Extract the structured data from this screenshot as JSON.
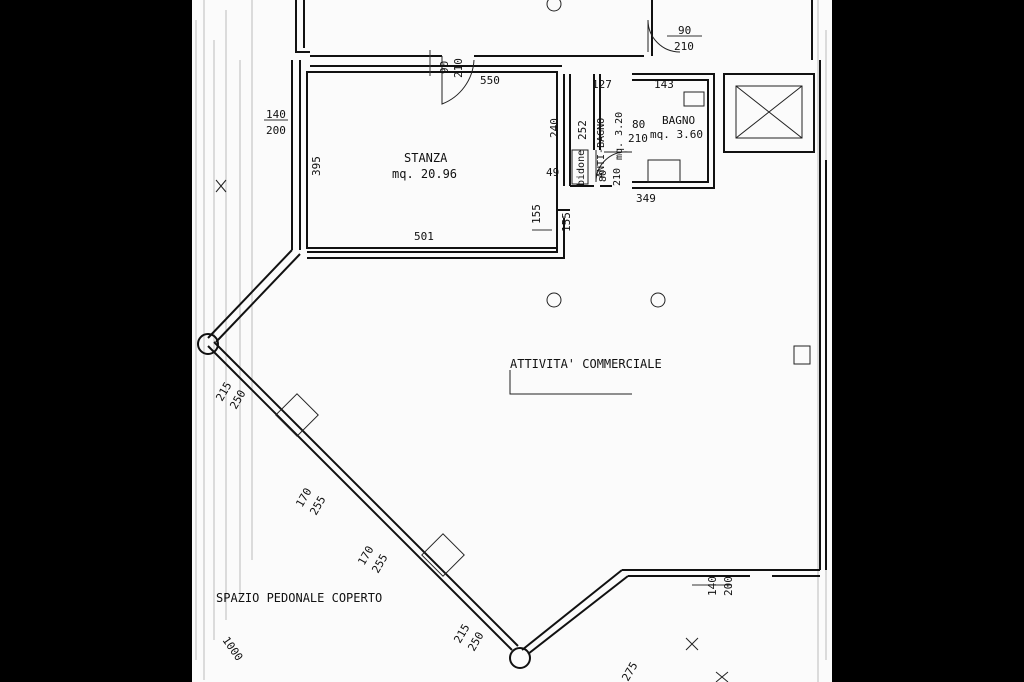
{
  "rooms": {
    "stanza": {
      "name": "STANZA",
      "area": "mq. 20.96"
    },
    "anti_bagno": {
      "name": "ANTI-BAGNO",
      "area": "mq. 3.20"
    },
    "bagno": {
      "name": "BAGNO",
      "area": "mq. 3.60"
    },
    "attivita": {
      "name": "ATTIVITA' COMMERCIALE"
    },
    "spazio": {
      "name": "SPAZIO PEDONALE COPERTO"
    }
  },
  "dimensions": {
    "door_top_w": "90",
    "door_top_h": "210",
    "door_stanza_w": "90",
    "door_stanza_h": "210",
    "d550": "550",
    "d127": "127",
    "d143": "143",
    "win_left_w": "140",
    "win_left_h": "200",
    "d395": "395",
    "d240": "240",
    "d252": "252",
    "d80a": "80",
    "d210a": "210",
    "d80b": "80",
    "d210b": "210",
    "d49": "49",
    "d349": "349",
    "d155a": "155",
    "d155b": "155",
    "d501": "501",
    "d215a": "215",
    "d250a": "250",
    "d170a": "170",
    "d255a": "255",
    "d170b": "170",
    "d255b": "255",
    "d215b": "215",
    "d250b": "250",
    "win_right_w": "140",
    "win_right_h": "200",
    "d1000": "1000",
    "d275": "275",
    "closet": "bidone"
  }
}
